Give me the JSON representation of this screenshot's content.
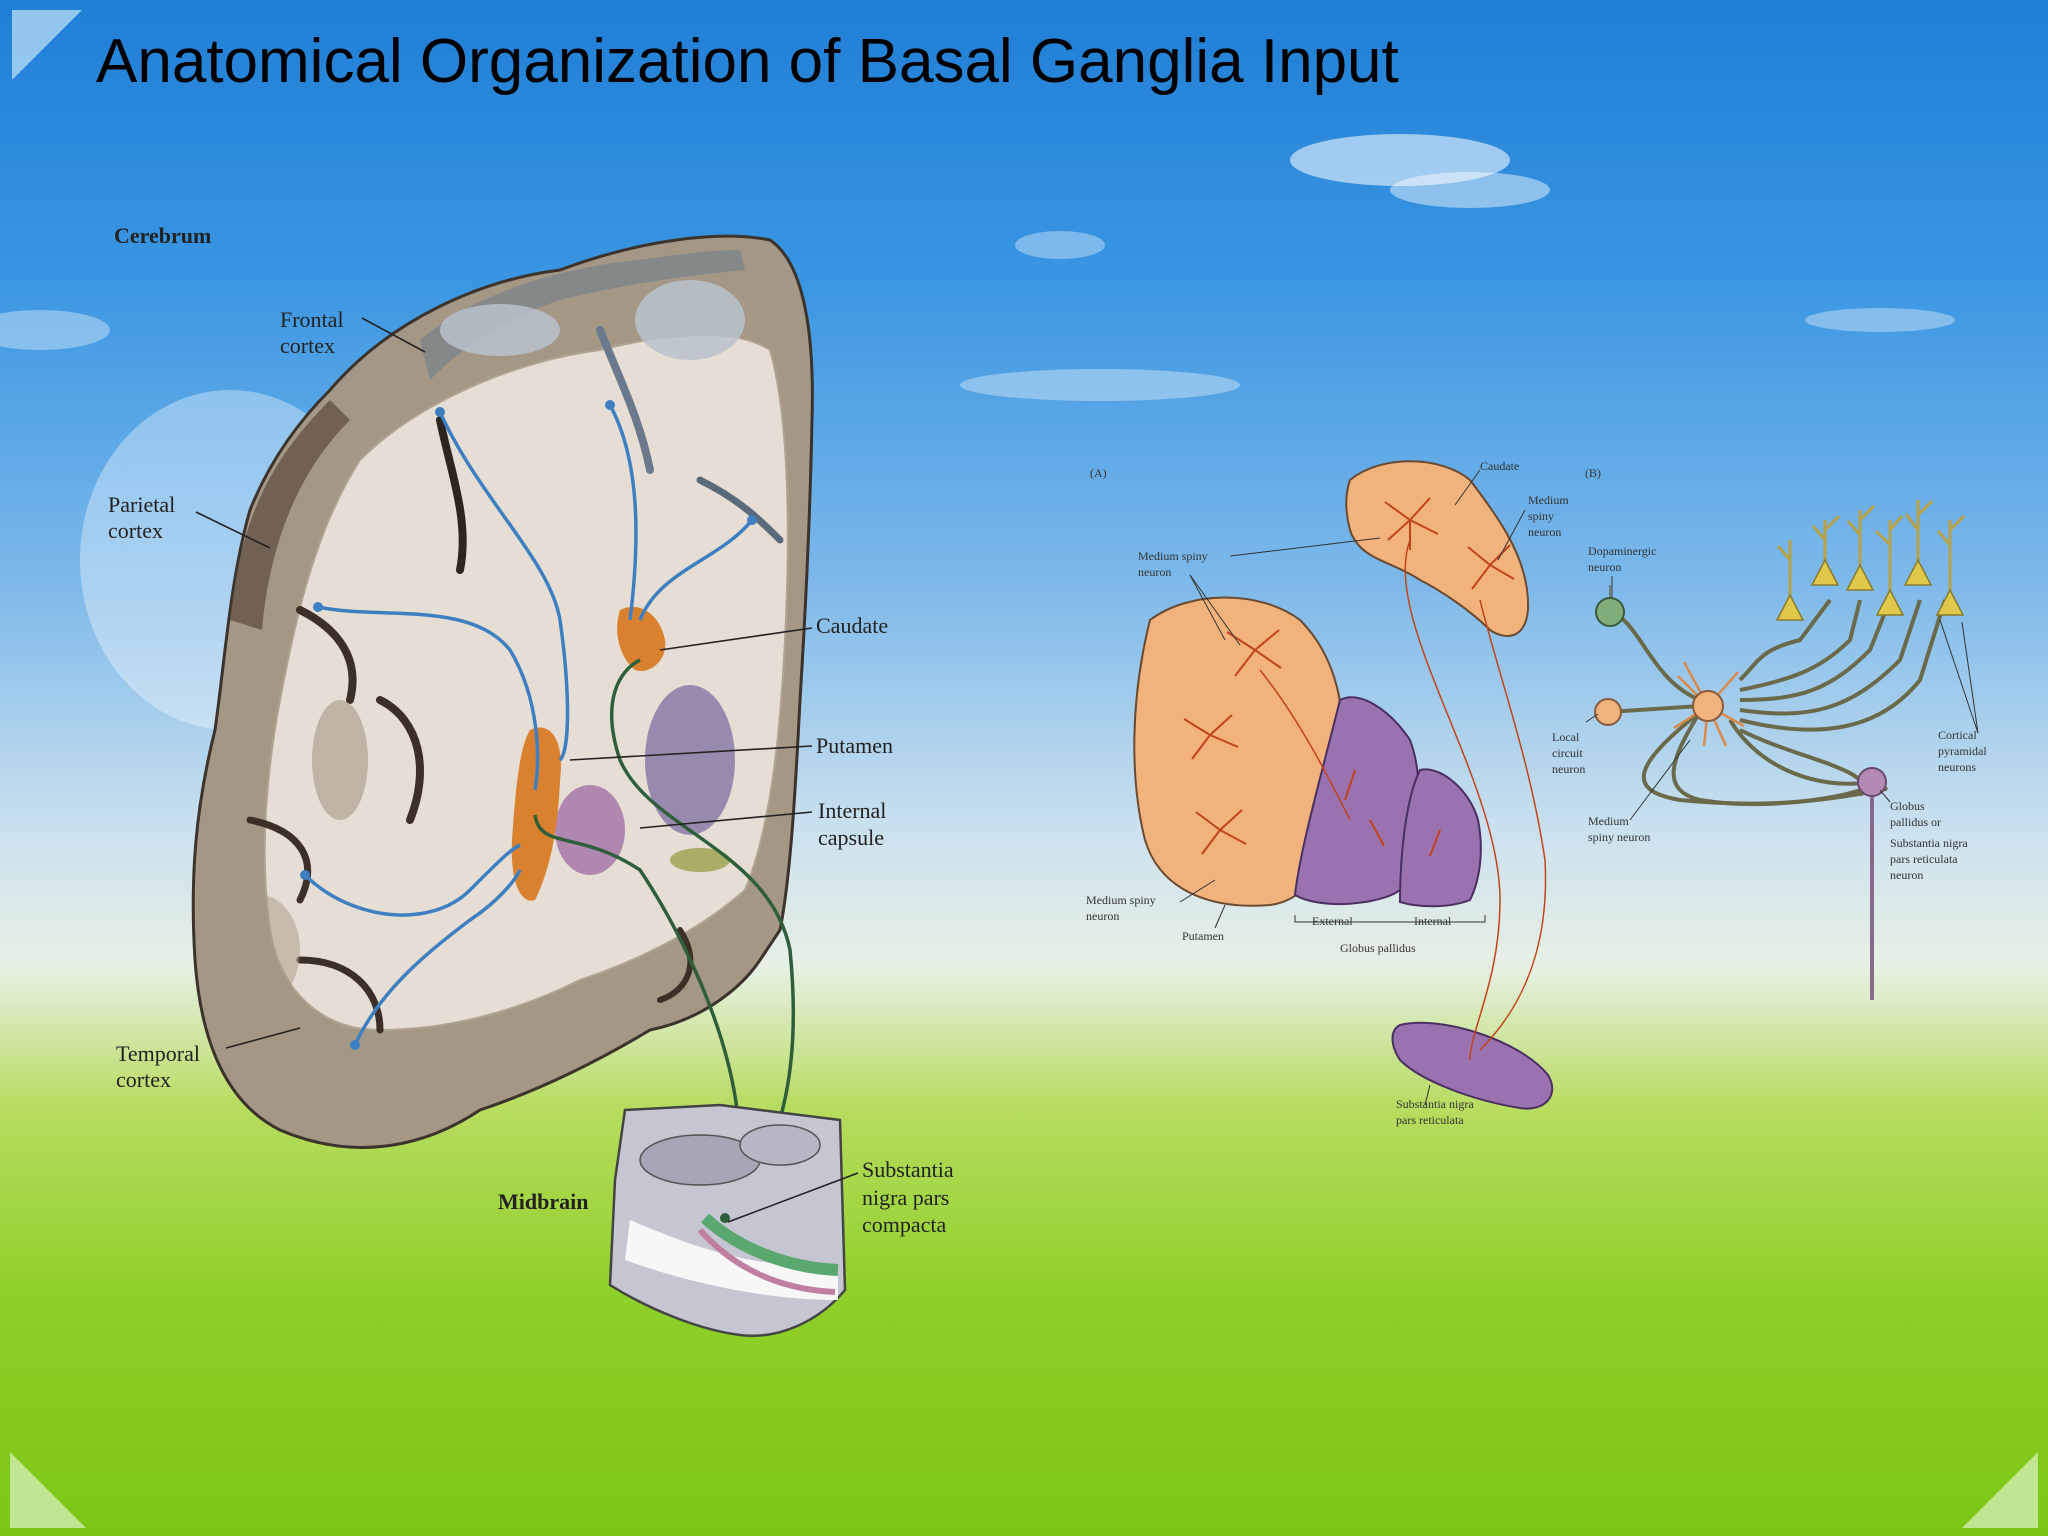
{
  "slide": {
    "title": "Anatomical Organization of Basal Ganglia Input"
  },
  "left_figure": {
    "labels": {
      "cerebrum": "Cerebrum",
      "frontal_1": "Frontal",
      "frontal_2": "cortex",
      "parietal_1": "Parietal",
      "parietal_2": "cortex",
      "temporal_1": "Temporal",
      "temporal_2": "cortex",
      "caudate": "Caudate",
      "putamen": "Putamen",
      "internal_capsule_1": "Internal",
      "internal_capsule_2": "capsule",
      "midbrain": "Midbrain",
      "snc_1": "Substantia",
      "snc_2": "nigra pars",
      "snc_3": "compacta"
    }
  },
  "right_figure": {
    "panel_a": "(A)",
    "panel_b": "(B)",
    "labels": {
      "caudate": "Caudate",
      "msn_top_1": "Medium",
      "msn_top_2": "spiny",
      "msn_top_3": "neuron",
      "msn_left_1": "Medium spiny",
      "msn_left_2": "neuron",
      "msn_bottom_1": "Medium spiny",
      "msn_bottom_2": "neuron",
      "putamen": "Putamen",
      "external": "External",
      "internal": "Internal",
      "globus_pallidus": "Globus pallidus",
      "snr_1": "Substantia nigra",
      "snr_2": "pars reticulata",
      "dopaminergic_1": "Dopaminergic",
      "dopaminergic_2": "neuron",
      "local_1": "Local",
      "local_2": "circuit",
      "local_3": "neuron",
      "msn_b_1": "Medium",
      "msn_b_2": "spiny neuron",
      "cortical_1": "Cortical",
      "cortical_2": "pyramidal",
      "cortical_3": "neurons",
      "gp_1": "Globus",
      "gp_2": "pallidus or",
      "gp_3": "Substantia nigra",
      "gp_4": "pars reticulata",
      "gp_5": "neuron"
    }
  },
  "colors": {
    "sky": "#3a96e2",
    "grass": "#8fd02a",
    "gray_matter": "#a39684",
    "white_matter": "#e4ddd4",
    "striatum": "#d9812e",
    "pallidum": "#9b72b0",
    "cortical_path": "#3d7fc0",
    "nigral_path": "#2f5f3a",
    "orange_cell": "#f2b27c"
  }
}
